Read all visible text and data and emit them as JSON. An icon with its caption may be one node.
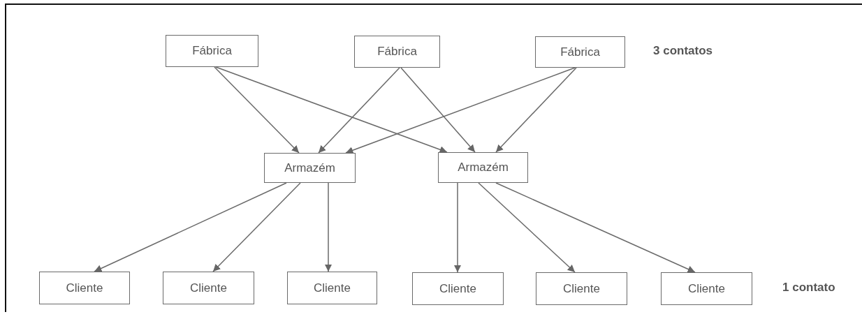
{
  "diagram": {
    "nodes": [
      {
        "text": [
          "Fábrica"
        ]
      },
      {
        "text": [
          "Fábrica"
        ]
      },
      {
        "text": [
          "Fábrica"
        ]
      },
      {
        "text": [
          "Armazém"
        ]
      },
      {
        "text": [
          "Armazém"
        ]
      },
      {
        "text": [
          "Cliente"
        ]
      },
      {
        "text": [
          "Cliente"
        ]
      },
      {
        "text": [
          "Cliente"
        ]
      },
      {
        "text": [
          "Cliente"
        ]
      },
      {
        "text": [
          "Cliente"
        ]
      },
      {
        "text": [
          "Cliente"
        ]
      }
    ],
    "edges": [
      {
        "from": 0,
        "to": 3,
        "arrow": "to"
      },
      {
        "from": 0,
        "to": 4,
        "arrow": "to"
      },
      {
        "from": 1,
        "to": 3,
        "arrow": "to"
      },
      {
        "from": 1,
        "to": 4,
        "arrow": "to"
      },
      {
        "from": 2,
        "to": 3,
        "arrow": "to"
      },
      {
        "from": 2,
        "to": 4,
        "arrow": "to"
      },
      {
        "from": 3,
        "to": 5,
        "arrow": "to"
      },
      {
        "from": 3,
        "to": 6,
        "arrow": "to"
      },
      {
        "from": 3,
        "to": 7,
        "arrow": "to"
      },
      {
        "from": 4,
        "to": 8,
        "arrow": "to"
      },
      {
        "from": 4,
        "to": 9,
        "arrow": "to"
      },
      {
        "from": 4,
        "to": 10,
        "arrow": "to"
      }
    ],
    "labels": [
      "3 contatos",
      "1 contato"
    ]
  }
}
